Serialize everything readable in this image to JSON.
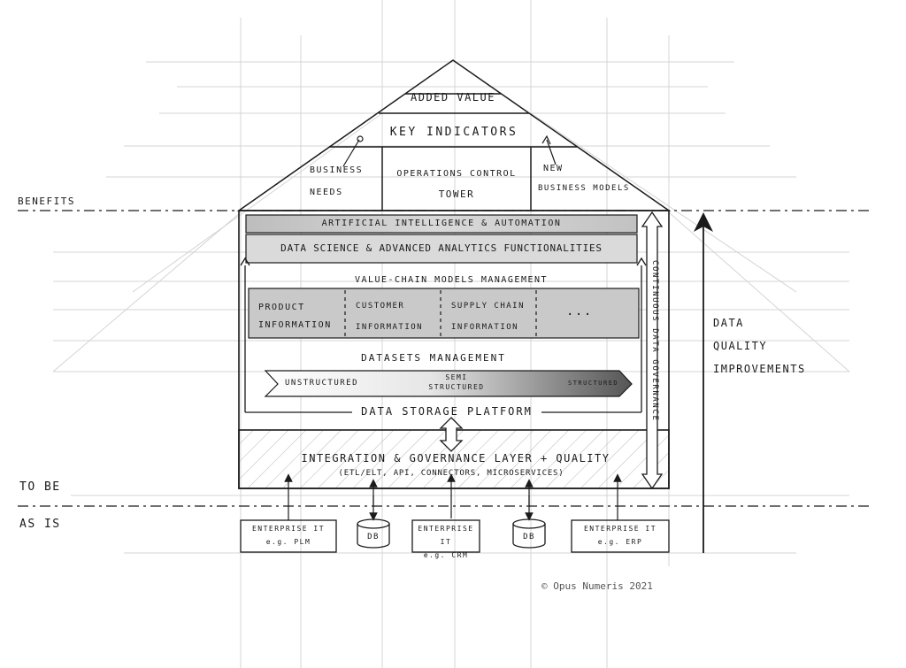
{
  "side_labels": {
    "benefits": "BENEFITS",
    "to_be": "TO BE",
    "as_is": "AS IS"
  },
  "roof": {
    "added_value": "ADDED VALUE",
    "key_indicators": "KEY INDICATORS",
    "business_needs_1": "BUSINESS",
    "business_needs_2": "NEEDS",
    "ops_tower_1": "OPERATIONS CONTROL",
    "ops_tower_2": "TOWER",
    "new_models_1": "NEW",
    "new_models_2": "BUSINESS MODELS"
  },
  "body": {
    "ai_automation": "ARTIFICIAL INTELLIGENCE & AUTOMATION",
    "data_science": "DATA SCIENCE & ADVANCED ANALYTICS FUNCTIONALITIES",
    "value_chain_title": "VALUE-CHAIN MODELS MANAGEMENT",
    "vc_cells": [
      {
        "line1": "PRODUCT",
        "line2": "INFORMATION"
      },
      {
        "line1": "CUSTOMER",
        "line2": "INFORMATION"
      },
      {
        "line1": "SUPPLY CHAIN",
        "line2": "INFORMATION"
      },
      {
        "line1": "...",
        "line2": ""
      }
    ],
    "datasets_title": "DATASETS MANAGEMENT",
    "unstructured": "UNSTRUCTURED",
    "semi_1": "SEMI",
    "semi_2": "STRUCTURED",
    "structured": "STRUCTURED",
    "storage": "DATA STORAGE PLATFORM",
    "governance_vertical": "CONTINUOUS DATA GOVERNANCE"
  },
  "foundation": {
    "title": "INTEGRATION & GOVERNANCE LAYER + QUALITY",
    "subtitle": "(ETL/ELT, API, CONNECTORS, MICROSERVICES)"
  },
  "systems": [
    {
      "line1": "ENTERPRISE IT",
      "line2": "e.g. PLM"
    },
    {
      "line1": "DB",
      "line2": ""
    },
    {
      "line1": "ENTERPRISE IT",
      "line2": "e.g. CRM"
    },
    {
      "line1": "DB",
      "line2": ""
    },
    {
      "line1": "ENTERPRISE IT",
      "line2": "e.g. ERP"
    }
  ],
  "quality": {
    "line1": "DATA",
    "line2": "QUALITY",
    "line3": "IMPROVEMENTS"
  },
  "copyright": "© Opus Numeris 2021",
  "colors": {
    "ink": "#1a1a1a",
    "pencil_grid": "#d4d4d4",
    "band_gray": "#cfcfcf",
    "vc_gray": "#c4c4c4"
  }
}
